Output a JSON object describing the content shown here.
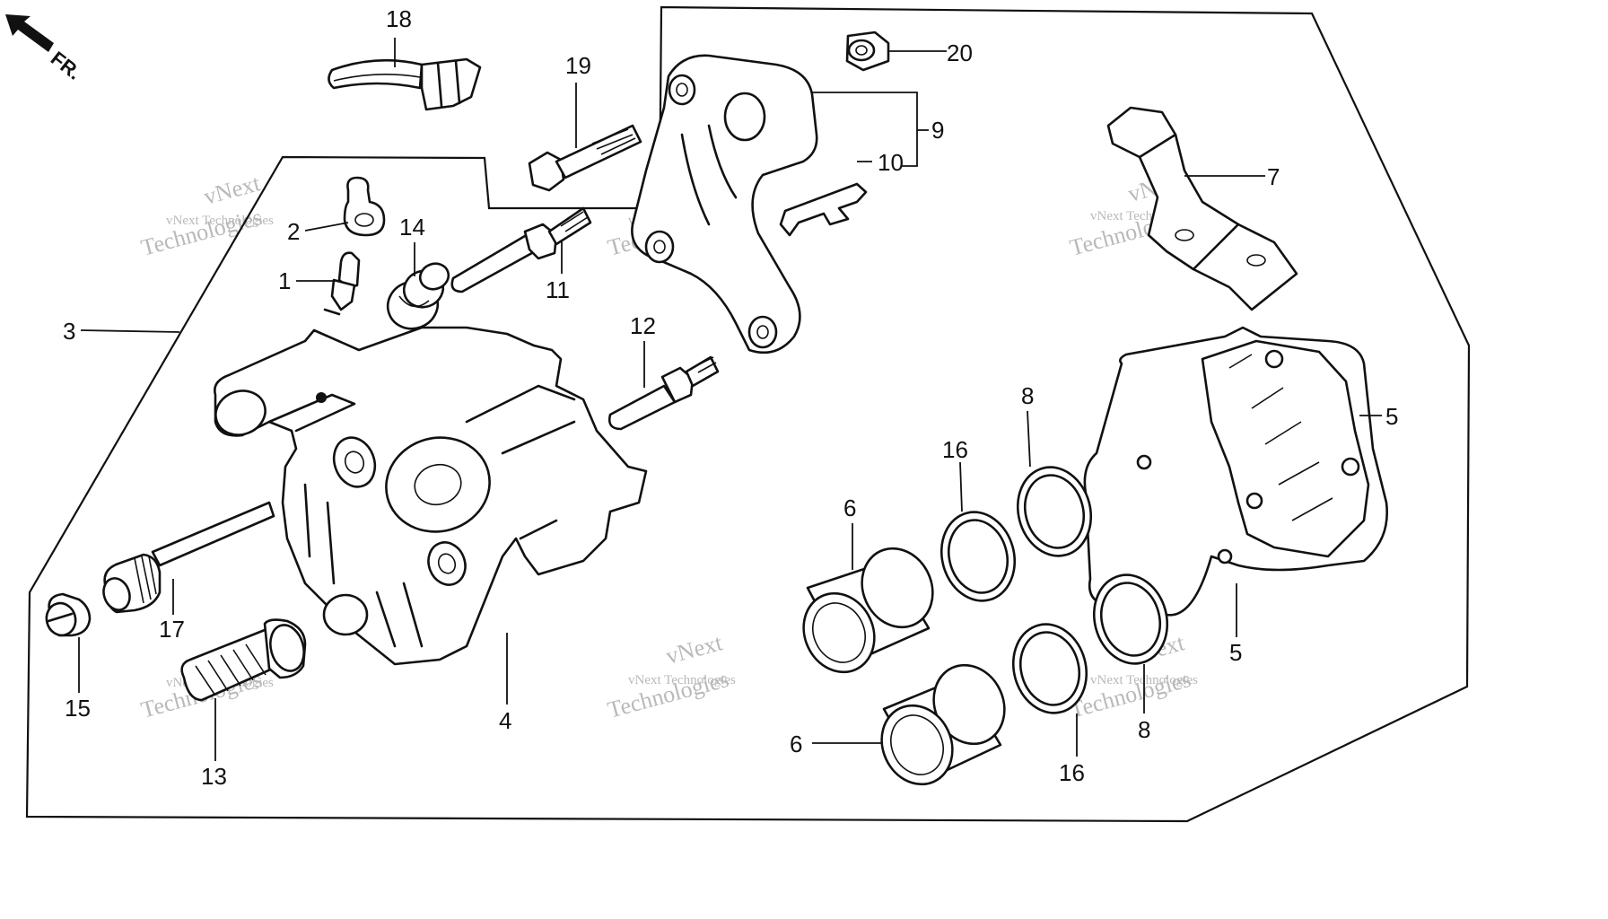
{
  "orientation": {
    "arrow_label": "FR."
  },
  "callouts": {
    "c1": "1",
    "c2": "2",
    "c3": "3",
    "c4": "4",
    "c5a": "5",
    "c5b": "5",
    "c6a": "6",
    "c6b": "6",
    "c7": "7",
    "c8a": "8",
    "c8b": "8",
    "c9": "9",
    "c10": "10",
    "c11": "11",
    "c12": "12",
    "c13": "13",
    "c14": "14",
    "c15": "15",
    "c16a": "16",
    "c16b": "16",
    "c17": "17",
    "c18": "18",
    "c19": "19",
    "c20": "20"
  },
  "watermark": {
    "small": "vNext Technologies",
    "big_top": "vNext",
    "big_bottom": "Technologies"
  },
  "colors": {
    "line": "#111111",
    "watermark": "#b9b9b9",
    "background": "#ffffff"
  }
}
